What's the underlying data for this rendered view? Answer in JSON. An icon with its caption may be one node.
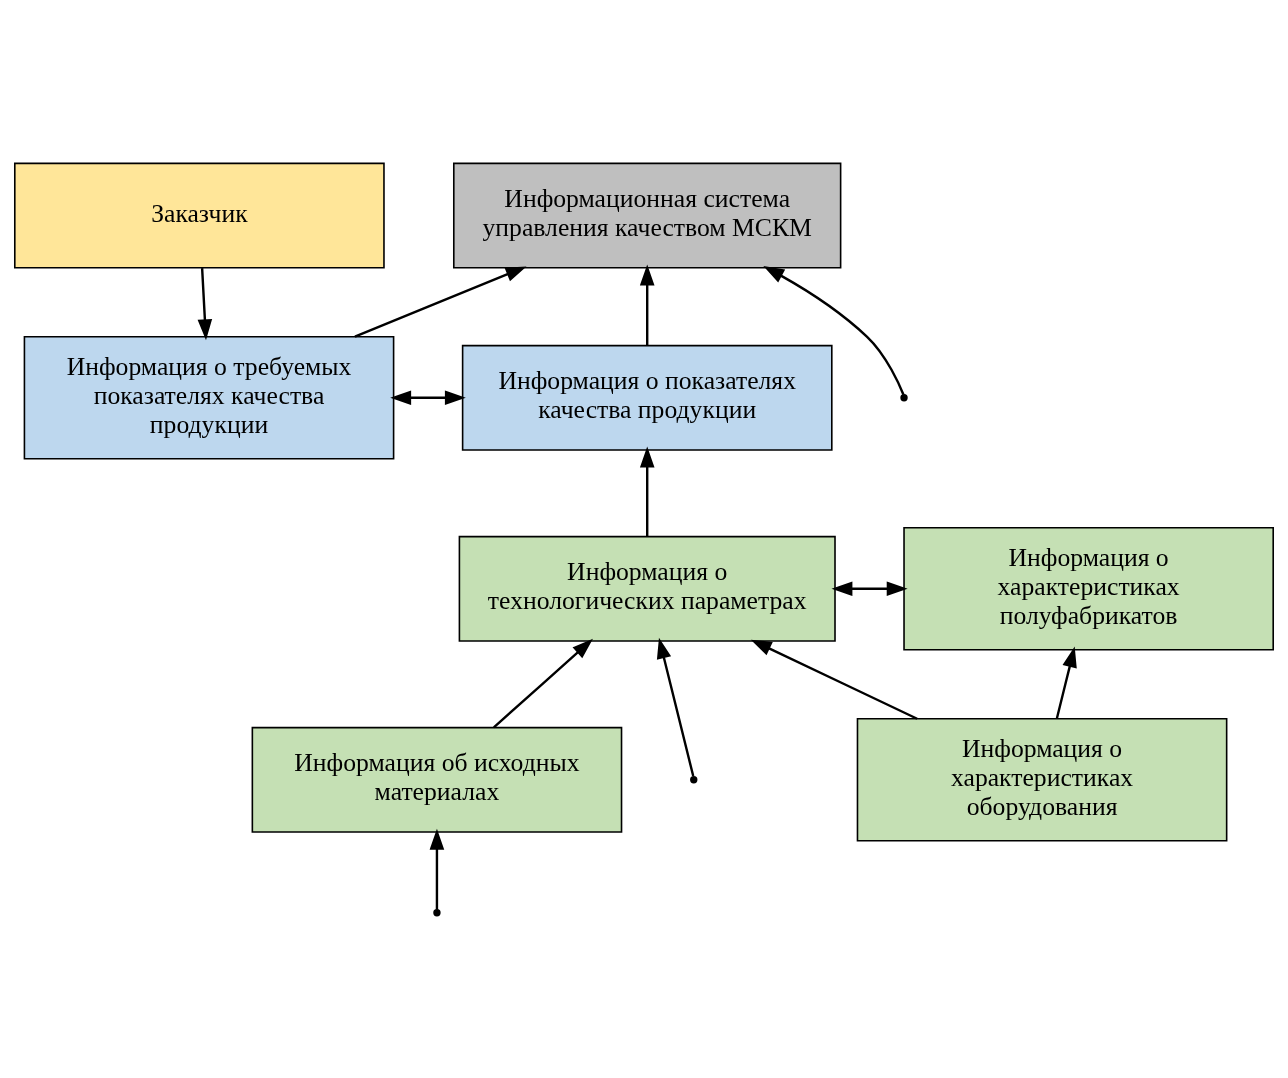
{
  "diagram": {
    "nodes": [
      {
        "text": [
          "Информационная система управления качеством МСКМ"
        ]
      },
      {
        "text": [
          "Заказчик"
        ]
      },
      {
        "text": [
          "Информация о требуемых показателях качества продукции"
        ]
      },
      {
        "text": [
          "Информация о показателях качества продукции"
        ]
      },
      {
        "text": [
          "Информация о технологических параметрах"
        ]
      },
      {
        "text": [
          "Информация о характеристиках полуфабрикатов"
        ]
      },
      {
        "text": [
          "Информация об исходных материалах"
        ]
      },
      {
        "text": [
          "Информация о характеристиках оборудования"
        ]
      }
    ],
    "edges": [
      {
        "from": 1,
        "to": 2,
        "arrow": "to"
      },
      {
        "from": 2,
        "to": 0,
        "arrow": "to"
      },
      {
        "from": 3,
        "to": 0,
        "arrow": "to"
      },
      {
        "from": 2,
        "to": 3,
        "arrow": "both"
      },
      {
        "from": 4,
        "to": 3,
        "arrow": "to"
      },
      {
        "from": 4,
        "to": 5,
        "arrow": "both"
      },
      {
        "from": 7,
        "to": 4,
        "arrow": "to"
      },
      {
        "from": 7,
        "to": 5,
        "arrow": "to"
      },
      {
        "from": 6,
        "to": 4,
        "arrow": "to"
      },
      {
        "from": null,
        "to": 0,
        "arrow": "to"
      },
      {
        "from": null,
        "to": 4,
        "arrow": "to"
      },
      {
        "from": null,
        "to": 6,
        "arrow": "to"
      }
    ]
  }
}
